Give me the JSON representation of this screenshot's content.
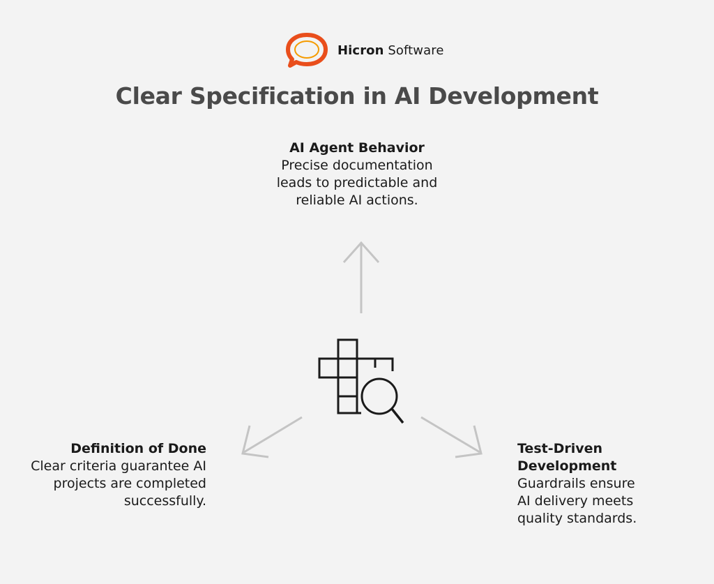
{
  "logo": {
    "brand_strong": "Hicron",
    "brand_light": " Software",
    "icon": "speech-bubble-logo-icon",
    "colors": {
      "outer": "#e94e1b",
      "inner": "#f59b00"
    }
  },
  "title": "Clear Specification in AI Development",
  "center_icon": "crossword-magnifier-icon",
  "nodes": {
    "top": {
      "title": "AI Agent Behavior",
      "description": [
        "Precise documentation",
        "leads to predictable and",
        "reliable AI actions."
      ]
    },
    "left": {
      "title": "Definition of Done",
      "description": [
        "Clear criteria guarantee AI",
        "projects are completed",
        "successfully."
      ]
    },
    "right": {
      "title": [
        "Test-Driven",
        "Development"
      ],
      "description": [
        "Guardrails ensure",
        "AI delivery meets",
        "quality standards."
      ]
    }
  },
  "colors": {
    "background": "#f3f3f3",
    "title": "#4a4a4a",
    "arrow": "#c4c4c4",
    "icon": "#1a1a1a"
  }
}
